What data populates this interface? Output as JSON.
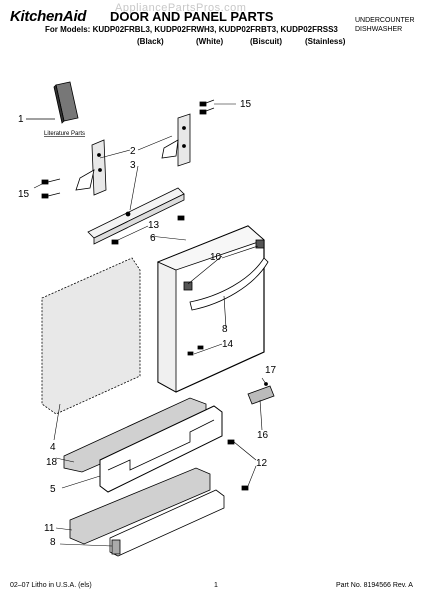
{
  "header": {
    "brand": "KitchenAid",
    "title": "DOOR AND PANEL PARTS",
    "category_line1": "UNDERCOUNTER",
    "category_line2": "DISHWASHER",
    "models_prefix": "For Models:",
    "models": [
      "KUDP02FRBL3,",
      "KUDP02FRWH3,",
      "KUDP02FRBT3,",
      "KUDP02FRSS3"
    ],
    "colors": [
      "(Black)",
      "(White)",
      "(Biscuit)",
      "(Stainless)"
    ],
    "watermark": "AppliancePartsPros.com"
  },
  "diagram": {
    "literature_label": "Literature Parts",
    "callouts": [
      "1",
      "2",
      "3",
      "15",
      "15",
      "13",
      "6",
      "10",
      "8",
      "14",
      "17",
      "16",
      "4",
      "18",
      "12",
      "5",
      "11",
      "8"
    ]
  },
  "footer": {
    "left": "02–07 Litho in U.S.A. (els)",
    "center": "1",
    "right": "Part No. 8194566 Rev. A"
  }
}
